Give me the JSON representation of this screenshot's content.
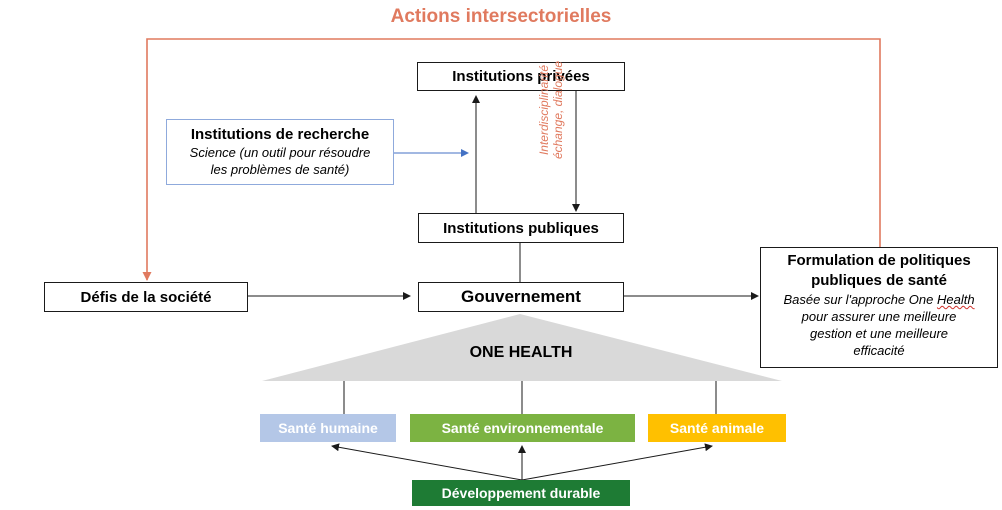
{
  "title": "Actions intersectorielles",
  "private_inst": "Institutions privées",
  "research_inst": {
    "title": "Institutions de recherche",
    "line1": "Science (un outil pour résoudre",
    "line2": "les problèmes de santé)"
  },
  "dialogue": {
    "line1": "Interdisciplinarité",
    "line2": "échange, dialogue"
  },
  "public_inst": "Institutions publiques",
  "society": "Défis de la société",
  "government": "Gouvernement",
  "policy": {
    "title_line1": "Formulation de politiques",
    "title_line2": "publiques de santé",
    "desc_pre": "Basée sur l'approche One ",
    "desc_health": "Health",
    "desc_line2": "pour assurer une meilleure",
    "desc_line3": "gestion et une meilleure",
    "desc_line4": "efficacité"
  },
  "one_health": "ONE HEALTH",
  "pillars": {
    "human": "Santé humaine",
    "environmental": "Santé environnementale",
    "animal": "Santé animale"
  },
  "sustainable": "Développement durable",
  "colors": {
    "accent": "#e07a5f",
    "human": "#b4c7e7",
    "environmental": "#7cb342",
    "animal": "#ffc000",
    "sustainable": "#1e7b34",
    "arrow_blue": "#4472c4",
    "triangle": "#d9d9d9"
  }
}
